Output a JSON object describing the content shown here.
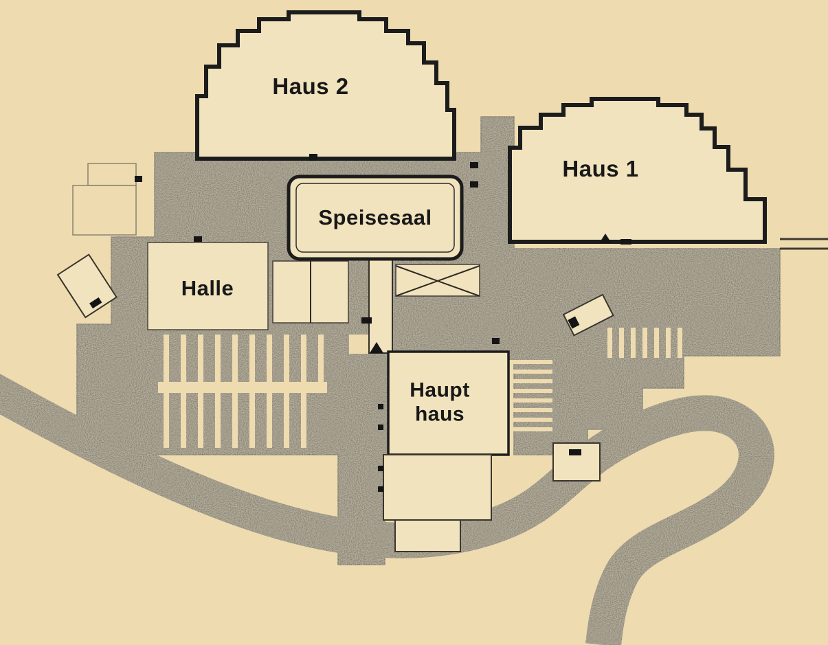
{
  "plan": {
    "labels": {
      "haus2": "Haus 2",
      "haus1": "Haus 1",
      "speisesaal": "Speisesaal",
      "halle": "Halle",
      "haupthaus_line1": "Haupt",
      "haupthaus_line2": "haus"
    },
    "colors": {
      "background": "#eedcb0",
      "terrain": "#6e6757",
      "building_fill": "#f0e3bd",
      "outline": "#1c1c1c"
    }
  }
}
